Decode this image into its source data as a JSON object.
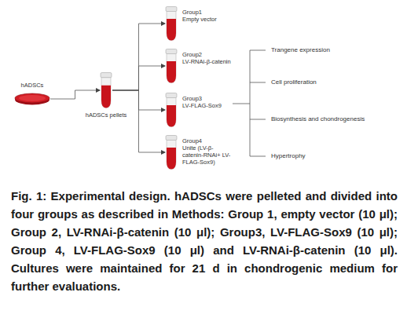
{
  "diagram": {
    "caption": "Fig. 1: Experimental design. hADSCs were pelleted and divided into four groups as described in Methods: Group 1, empty vector (10 μl); Group 2, LV-RNAi-β-catenin (10 μl); Group3, LV-FLAG-Sox9 (10 μl); Group 4, LV-FLAG-Sox9 (10 μl) and LV-RNAi-β-catenin (10 μl). Cultures were maintained for 21 d in chondrogenic medium for further evaluations.",
    "nodes": [
      {
        "text": [
          "hADSCs"
        ]
      },
      {
        "text": [
          "hADSCs pellets"
        ]
      },
      {
        "text": [
          "Group1",
          "Empty vector"
        ]
      },
      {
        "text": [
          "Group2",
          "LV-RNAi-β-catenin"
        ]
      },
      {
        "text": [
          "Group3",
          "LV-FLAG-Sox9"
        ]
      },
      {
        "text": [
          "Group4",
          "Unite (LV-β-catenin-RNAi+ LV-FLAG-Sox9)"
        ]
      }
    ],
    "edges": [
      {
        "from": 0,
        "to": 1,
        "arrow": "to"
      },
      {
        "from": 1,
        "to": 2,
        "arrow": "to"
      },
      {
        "from": 1,
        "to": 3,
        "arrow": "to"
      },
      {
        "from": 1,
        "to": 4,
        "arrow": "to"
      },
      {
        "from": 1,
        "to": 5,
        "arrow": "to"
      }
    ],
    "labels": [
      "Trangene expression",
      "Cell proliferation",
      "Biosynthesis and chondrogenesis",
      "Hypertrophy"
    ]
  }
}
